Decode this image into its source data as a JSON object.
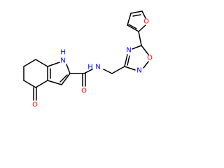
{
  "diagram": {
    "type": "chemical-structure",
    "atom_labels": {
      "ring_nh_N": "N",
      "ring_nh_H": "H",
      "amide_N": "N",
      "amide_H": "H",
      "amide_O": "O",
      "ketone_O": "O",
      "oxadiazole_N3": "N",
      "oxadiazole_N2": "N",
      "oxadiazole_O1": "O",
      "furan_O": "O"
    },
    "colors": {
      "bond": "#000000",
      "nitrogen": "#0000ff",
      "oxygen": "#ff0000"
    }
  }
}
